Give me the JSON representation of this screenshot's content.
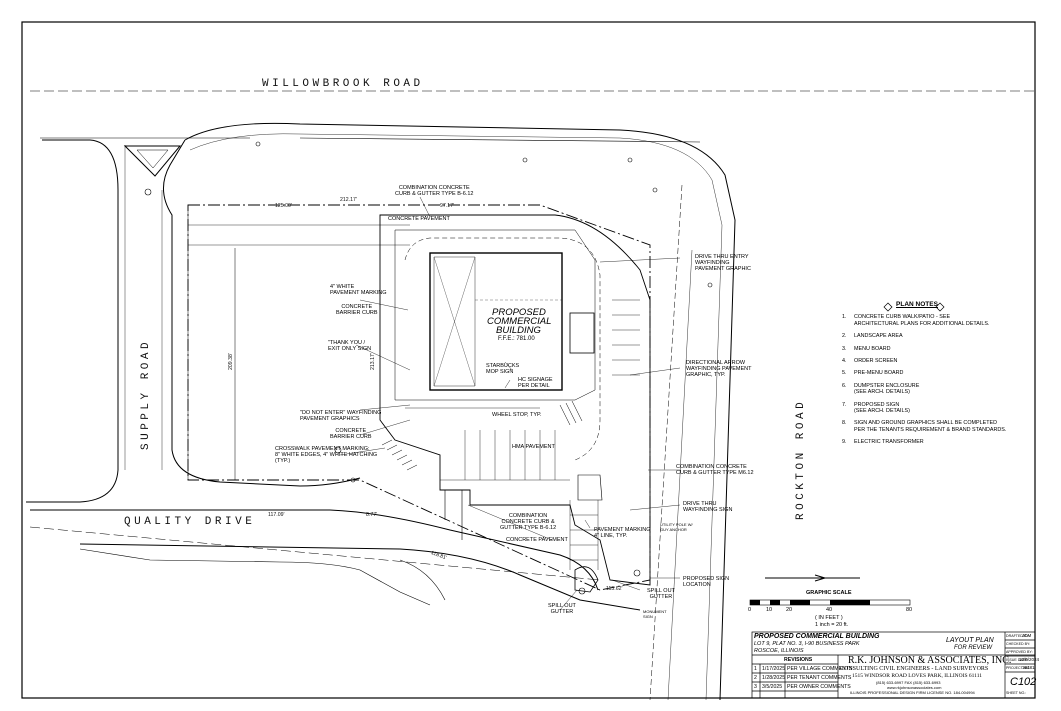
{
  "roads": {
    "willowbrook": "WILLOWBROOK ROAD",
    "supply": "SUPPLY ROAD",
    "quality": "QUALITY DRIVE",
    "rockton": "ROCKTON ROAD"
  },
  "building": {
    "line1": "PROPOSED",
    "line2": "COMMERCIAL",
    "line3": "BUILDING",
    "ffe": "F.F.E.: 781.00"
  },
  "callouts": {
    "combo_curb_top": "COMBINATION CONCRETE\nCURB & GUTTER TYPE B-6.12",
    "concrete_pavement_top": "CONCRETE PAVEMENT",
    "white_marking": "4\" WHITE\nPAVEMENT MARKING",
    "barrier_curb_1": "CONCRETE\nBARRIER CURB",
    "thank_you": "\"THANK YOU /\nEXIT ONLY SIGN",
    "do_not_enter": "\"DO NOT ENTER\" WAYFINDING\nPAVEMENT GRAPHICS",
    "barrier_curb_2": "CONCRETE\nBARRIER CURB",
    "crosswalk": "CROSSWALK PAVEMENT MARKING:\n8\" WHITE EDGES, 4\" WHITE HATCHING\n(TYP.)",
    "drive_thru_entry": "DRIVE THRU ENTRY\nWAYFINDING\nPAVEMENT GRAPHIC",
    "starbucks": "STARBUCKS\nMOP SIGN",
    "hc_signage": "HC SIGNAGE\nPER DETAIL",
    "directional_arrow": "DIRECTIONAL ARROW\nWAYFINDING PAVEMENT\nGRAPHIC, TYP.",
    "wheel_stop": "WHEEL STOP, TYP.",
    "hma": "HMA PAVEMENT",
    "combo_curb_right": "COMBINATION CONCRETE\nCURB & GUTTER TYPE M6.12",
    "drive_thru_sign": "DRIVE THRU\nWAYFINDING SIGN",
    "combo_curb_bottom": "COMBINATION\nCONCRETE CURB &\nGUTTER TYPE B-6.12",
    "concrete_pavement_bottom": "CONCRETE PAVEMENT",
    "pavement_marking": "PAVEMENT MARKING\n4\" LINE, TYP.",
    "utility_pole": "UTILITY POLE W/\nGUY ANCHOR",
    "proposed_sign": "PROPOSED SIGN\nLOCATION",
    "spill_out_1": "SPILL OUT\nGUTTER",
    "spill_out_2": "SPILL OUT\nGUTTER",
    "monument": "MONUMENT\nSIGN"
  },
  "dims": {
    "d125": "125.00'",
    "d212": "212.17'",
    "d97": "97.17'",
    "d117": "117.09'",
    "d8": "8.77'",
    "d209": "209.38'",
    "d213": "213.17'",
    "d118": "118.81'",
    "d115": "115.62'"
  },
  "notes": {
    "title": "PLAN NOTES",
    "items": [
      {
        "n": "1.",
        "t": "CONCRETE CURB WALK/PATIO - SEE\nARCHITECTURAL PLANS FOR ADDITIONAL DETAILS."
      },
      {
        "n": "2.",
        "t": "LANDSCAPE AREA"
      },
      {
        "n": "3.",
        "t": "MENU BOARD"
      },
      {
        "n": "4.",
        "t": "ORDER SCREEN"
      },
      {
        "n": "5.",
        "t": "PRE-MENU BOARD"
      },
      {
        "n": "6.",
        "t": "DUMPSTER ENCLOSURE\n(SEE ARCH. DETAILS)"
      },
      {
        "n": "7.",
        "t": "PROPOSED SIGN\n(SEE ARCH. DETAILS)"
      },
      {
        "n": "8.",
        "t": "SIGN AND GROUND GRAPHICS SHALL BE COMPLETED\nPER THE TENANTS REQUIREMENT & BRAND STANDARDS."
      },
      {
        "n": "9.",
        "t": "ELECTRIC TRANSFORMER"
      }
    ]
  },
  "scale": {
    "title": "GRAPHIC SCALE",
    "ticks": [
      "0",
      "10",
      "20",
      "40",
      "80"
    ],
    "unit": "( IN FEET )",
    "ratio": "1 inch = 20 ft."
  },
  "title_block": {
    "project_line1": "PROPOSED COMMERCIAL BUILDING",
    "project_line2": "LOT 9, PLAT NO. 3, I-90 BUSINESS PARK",
    "project_line3": "ROSCOE, ILLINOIS",
    "sheet_title1": "LAYOUT PLAN",
    "sheet_title2": "FOR REVIEW",
    "revisions_header": "REVISIONS",
    "revisions": [
      {
        "no": "1",
        "date": "1/17/2025",
        "desc": "PER VILLAGE COMMENTS"
      },
      {
        "no": "2",
        "date": "1/28/2025",
        "desc": "PER TENANT COMMENTS"
      },
      {
        "no": "3",
        "date": "3/5/2025",
        "desc": "PER OWNER COMMENTS"
      }
    ],
    "firm": "R.K. JOHNSON & ASSOCIATES, INC.",
    "firm_sub": "CONSULTING CIVIL ENGINEERS - LAND SURVEYORS",
    "address": "1515 WINDSOR ROAD  LOVES PARK, ILLINOIS 61111",
    "phone": "(815) 633-6997  FAX (815) 633-6993",
    "web": "www.rkjohnsonassociates.com",
    "license": "ILLINOIS PROFESSIONAL DESIGN FIRM LICENSE NO. 184-004994",
    "drafted_by_label": "DRAFTED BY:",
    "drafted_by": "JCM",
    "checked_by_label": "CHECKED BY:",
    "approved_by_label": "APPROVED BY:",
    "issue_date_label": "ISSUE DATE:",
    "issue_date": "12/9/2024",
    "project_no_label": "PROJECT NO.:",
    "project_no": "18481",
    "sheet_no_label": "SHEET NO.:",
    "sheet_no": "C102"
  }
}
